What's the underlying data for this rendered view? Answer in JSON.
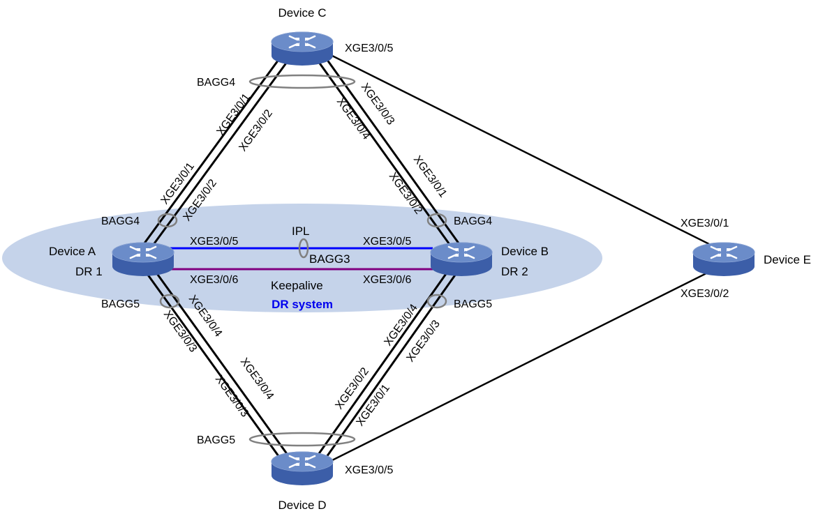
{
  "colors": {
    "dr_system_fill": "#c5d3ea",
    "ipl_line": "#0000ff",
    "keepalive_line": "#800080",
    "dr_system_text": "#0000ee",
    "link": "#000000",
    "ring": "#808080",
    "device_top": "#6b8cc9",
    "device_side": "#3c5ea8"
  },
  "icons": {
    "device": "switch-icon"
  },
  "dr_system": {
    "label": "DR system"
  },
  "devices": {
    "a": {
      "name": "Device A",
      "role": "DR 1"
    },
    "b": {
      "name": "Device B",
      "role": "DR 2"
    },
    "c": {
      "name": "Device C"
    },
    "d": {
      "name": "Device D"
    },
    "e": {
      "name": "Device E"
    }
  },
  "links": {
    "ipl": {
      "label": "IPL",
      "agg": "BAGG3",
      "port_a": "XGE3/0/5",
      "port_b": "XGE3/0/5"
    },
    "keepalive": {
      "label": "Keepalive",
      "port_a": "XGE3/0/6",
      "port_b": "XGE3/0/6"
    },
    "a_c": {
      "agg_a": "BAGG4",
      "agg_c": "BAGG4",
      "ports_a": [
        "XGE3/0/1",
        "XGE3/0/2"
      ],
      "ports_c": [
        "XGE3/0/1",
        "XGE3/0/2"
      ]
    },
    "b_c": {
      "agg_b": "BAGG4",
      "ports_b": [
        "XGE3/0/1",
        "XGE3/0/2"
      ],
      "ports_c": [
        "XGE3/0/3",
        "XGE3/0/4"
      ]
    },
    "a_d": {
      "agg_a": "BAGG5",
      "agg_d": "BAGG5",
      "ports_a": [
        "XGE3/0/3",
        "XGE3/0/4"
      ],
      "ports_d": [
        "XGE3/0/3",
        "XGE3/0/4"
      ]
    },
    "b_d": {
      "agg_b": "BAGG5",
      "ports_b": [
        "XGE3/0/3",
        "XGE3/0/4"
      ],
      "ports_d": [
        "XGE3/0/1",
        "XGE3/0/2"
      ]
    },
    "c_e": {
      "port_c": "XGE3/0/5",
      "port_e": "XGE3/0/1"
    },
    "d_e": {
      "port_d": "XGE3/0/5",
      "port_e": "XGE3/0/2"
    }
  }
}
